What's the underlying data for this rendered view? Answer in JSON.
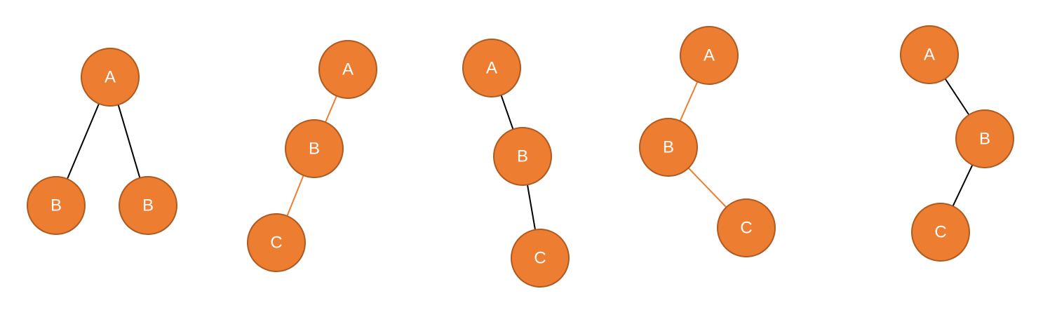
{
  "colors": {
    "node_fill": "#ED7D31",
    "node_stroke": "#AE5A21",
    "label": "#FFFFFF",
    "edge_dark": "#000000",
    "edge_accent": "#ED7D31"
  },
  "trees": [
    {
      "id": "tree-1",
      "nodes": [
        {
          "id": "t1-a",
          "label": "A"
        },
        {
          "id": "t1-b-left",
          "label": "B"
        },
        {
          "id": "t1-b-right",
          "label": "B"
        }
      ],
      "edges": [
        {
          "from": "t1-a",
          "to": "t1-b-left",
          "style": "edge_dark"
        },
        {
          "from": "t1-a",
          "to": "t1-b-right",
          "style": "edge_dark"
        }
      ]
    },
    {
      "id": "tree-2",
      "nodes": [
        {
          "id": "t2-a",
          "label": "A"
        },
        {
          "id": "t2-b",
          "label": "B"
        },
        {
          "id": "t2-c",
          "label": "C"
        }
      ],
      "edges": [
        {
          "from": "t2-a",
          "to": "t2-b",
          "style": "edge_accent"
        },
        {
          "from": "t2-b",
          "to": "t2-c",
          "style": "edge_accent"
        }
      ]
    },
    {
      "id": "tree-3",
      "nodes": [
        {
          "id": "t3-a",
          "label": "A"
        },
        {
          "id": "t3-b",
          "label": "B"
        },
        {
          "id": "t3-c",
          "label": "C"
        }
      ],
      "edges": [
        {
          "from": "t3-a",
          "to": "t3-b",
          "style": "edge_dark"
        },
        {
          "from": "t3-b",
          "to": "t3-c",
          "style": "edge_dark"
        }
      ]
    },
    {
      "id": "tree-4",
      "nodes": [
        {
          "id": "t4-a",
          "label": "A"
        },
        {
          "id": "t4-b",
          "label": "B"
        },
        {
          "id": "t4-c",
          "label": "C"
        }
      ],
      "edges": [
        {
          "from": "t4-a",
          "to": "t4-b",
          "style": "edge_accent"
        },
        {
          "from": "t4-b",
          "to": "t4-c",
          "style": "edge_accent"
        }
      ]
    },
    {
      "id": "tree-5",
      "nodes": [
        {
          "id": "t5-a",
          "label": "A"
        },
        {
          "id": "t5-b",
          "label": "B"
        },
        {
          "id": "t5-c",
          "label": "C"
        }
      ],
      "edges": [
        {
          "from": "t5-a",
          "to": "t5-b",
          "style": "edge_dark"
        },
        {
          "from": "t5-b",
          "to": "t5-c",
          "style": "edge_dark"
        }
      ]
    }
  ]
}
